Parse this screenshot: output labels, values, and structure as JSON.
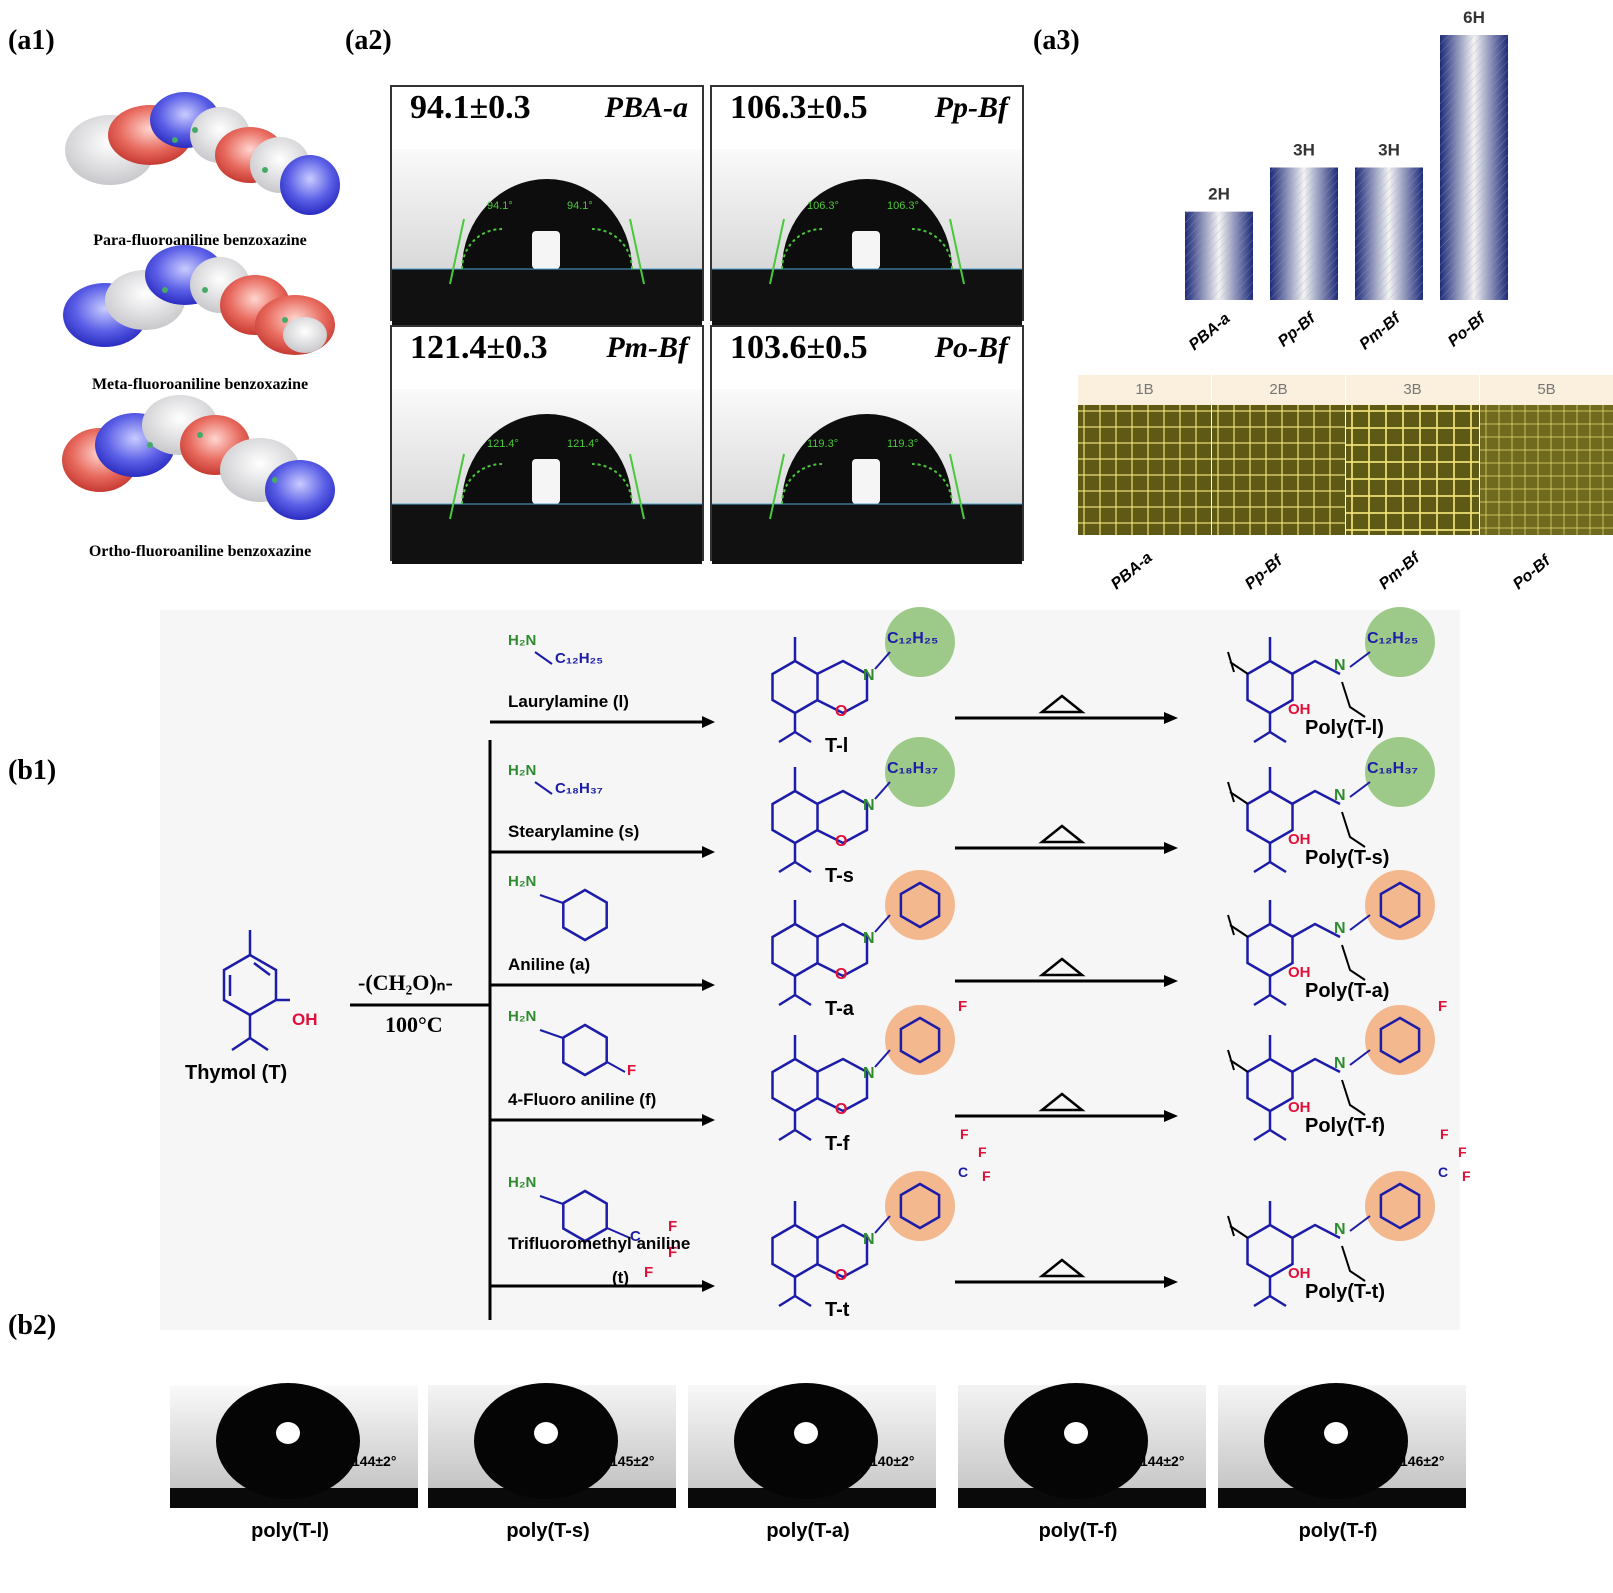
{
  "panels": {
    "a1": "(a1)",
    "a2": "(a2)",
    "a3": "(a3)",
    "b1": "(b1)",
    "b2": "(b2)"
  },
  "a1": {
    "captions": [
      "Para-fluoroaniline benzoxazine",
      "Meta-fluoroaniline benzoxazine",
      "Ortho-fluoroaniline benzoxazine"
    ]
  },
  "a2": {
    "samples": [
      {
        "value": "94.1±0.3",
        "name": "PBA-a",
        "left_angle": "94.1°",
        "right_angle": "94.1°"
      },
      {
        "value": "106.3±0.5",
        "name": "Pp-Bf",
        "left_angle": "106.3°",
        "right_angle": "106.3°"
      },
      {
        "value": "121.4±0.3",
        "name": "Pm-Bf",
        "left_angle": "121.4°",
        "right_angle": "121.4°"
      },
      {
        "value": "103.6±0.5",
        "name": "Po-Bf",
        "left_angle": "119.3°",
        "right_angle": "119.3°"
      }
    ]
  },
  "chart_data": {
    "type": "bar",
    "categories": [
      "PBA-a",
      "Pp-Bf",
      "Pm-Bf",
      "Po-Bf"
    ],
    "values": [
      2,
      3,
      3,
      6
    ],
    "labels": [
      "2H",
      "3H",
      "3H",
      "6H"
    ],
    "ylim": [
      0,
      6
    ],
    "grid": false,
    "colors": {
      "bar_edge": "#1e2a7a",
      "bar_center": "#f4f4f4"
    }
  },
  "a3_adhesion": {
    "grades": [
      "1B",
      "2B",
      "3B",
      "5B"
    ],
    "samples": [
      "PBA-a",
      "Pp-Bf",
      "Pm-Bf",
      "Po-Bf"
    ]
  },
  "b1": {
    "thymol_label": "Thymol (T)",
    "oh": "OH",
    "reagent_top": "-(CH₂O)ₙ-",
    "reagent_bottom": "100°C",
    "rows": [
      {
        "amine": "Laurylamine (l)",
        "product": "T-l",
        "polymer": "Poly(T-l)",
        "substituent": "C₁₂H₂₅",
        "kind": "alkyl"
      },
      {
        "amine": "Stearylamine (s)",
        "product": "T-s",
        "polymer": "Poly(T-s)",
        "substituent": "C₁₈H₃₇",
        "kind": "alkyl"
      },
      {
        "amine": "Aniline (a)",
        "product": "T-a",
        "polymer": "Poly(T-a)",
        "substituent": "",
        "kind": "aryl"
      },
      {
        "amine": "4-Fluoro aniline (f)",
        "product": "T-f",
        "polymer": "Poly(T-f)",
        "substituent": "F",
        "kind": "aryl"
      },
      {
        "amine": "Trifluoromethyl aniline",
        "amine2": "(t)",
        "product": "T-t",
        "polymer": "Poly(T-t)",
        "substituent": "CF₃",
        "kind": "aryl"
      }
    ],
    "h2n": "H₂N",
    "n": "N",
    "o": "O",
    "f": "F",
    "c": "C",
    "colors": {
      "alkyl_circle": "#93c47d",
      "aryl_circle": "#f4b183",
      "bond": "#1c1ca8",
      "amine": "#2e8b2e",
      "hetero": "#e0103a"
    }
  },
  "b2": {
    "samples": [
      {
        "label": "poly(T-l)",
        "angle": "144±2°"
      },
      {
        "label": "poly(T-s)",
        "angle": "145±2°"
      },
      {
        "label": "poly(T-a)",
        "angle": "140±2°"
      },
      {
        "label": "poly(T-f)",
        "angle": "144±2°"
      },
      {
        "label": "poly(T-f)",
        "angle": "146±2°"
      }
    ]
  }
}
